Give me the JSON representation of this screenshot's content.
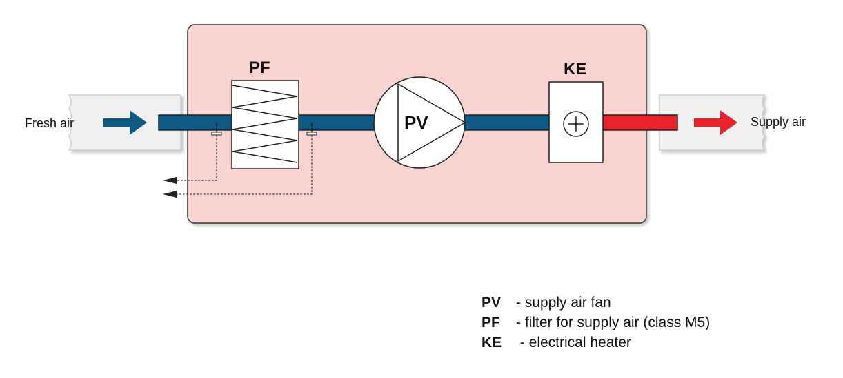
{
  "diagram": {
    "labels": {
      "fresh_air": "Fresh air",
      "supply_air": "Supply air",
      "filter": "PF",
      "fan": "PV",
      "heater": "KE"
    },
    "colors": {
      "unit_fill": "#f9d3d0",
      "duct_blue": "#0e5a85",
      "duct_red": "#e8232b",
      "arrow_blue": "#0e5a85",
      "arrow_red": "#e8232b"
    },
    "icons": {
      "heater_symbol": "plus-in-circle-icon",
      "fan_symbol": "triangle-in-circle-icon",
      "filter_symbol": "zigzag-filter-icon"
    }
  },
  "legend": {
    "items": [
      {
        "code": "PV",
        "text": "- supply air fan"
      },
      {
        "code": "PF",
        "text": "- filter for supply air (class M5)"
      },
      {
        "code": "KE",
        "text": " - electrical heater"
      }
    ]
  }
}
